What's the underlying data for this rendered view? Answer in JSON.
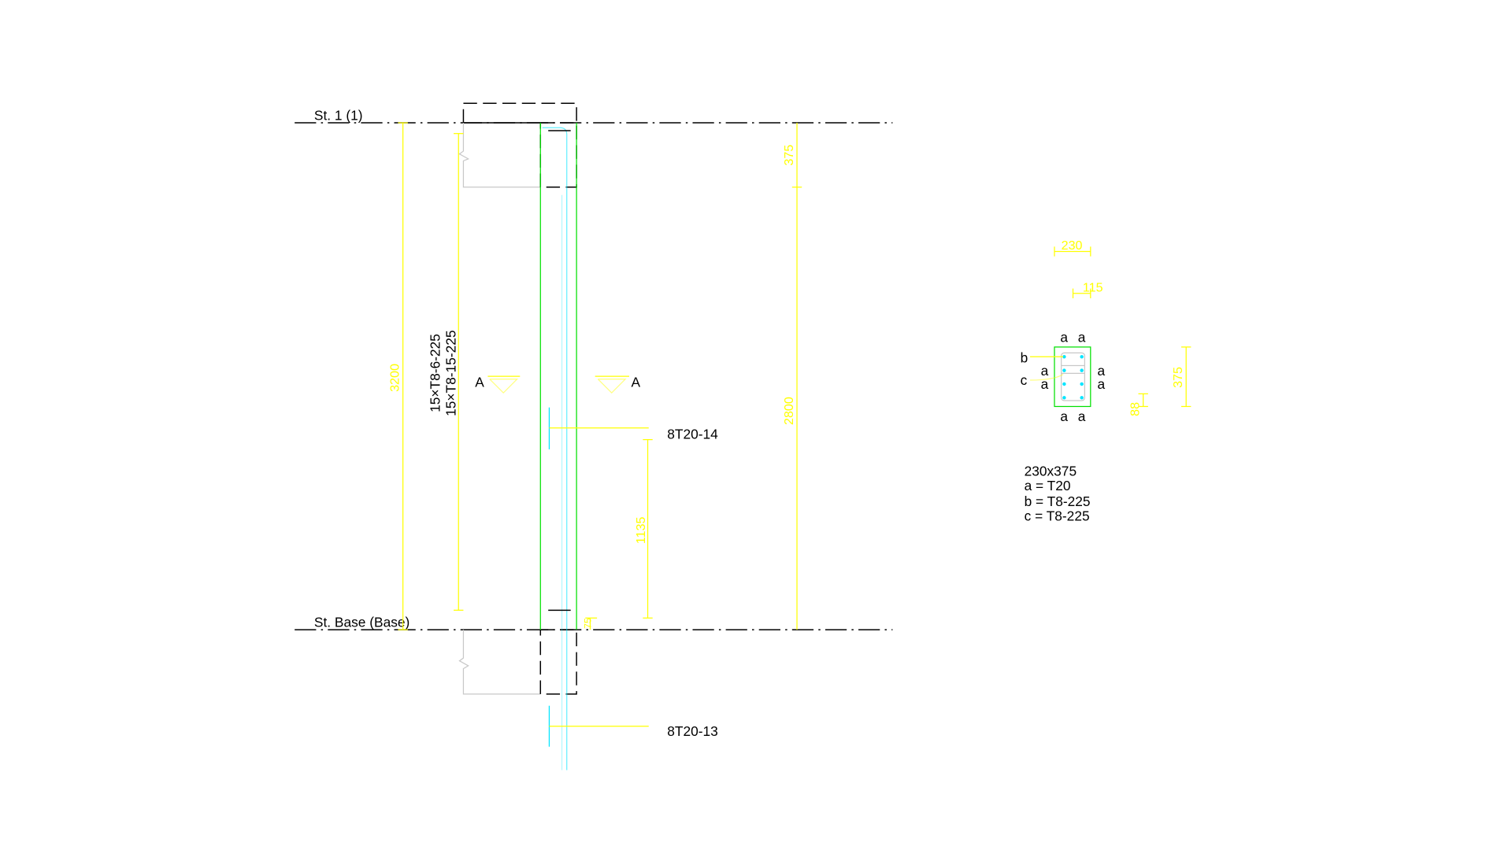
{
  "levels": {
    "top": "St. 1 (1)",
    "base": "St. Base (Base)"
  },
  "dimensions": {
    "total_height": "3200",
    "top_zone": "375",
    "clear_height": "2800",
    "lap_length": "1135",
    "cover": "75"
  },
  "links": {
    "line1": "15×T8-6-225",
    "line2": "15×T8-15-225"
  },
  "section_marks": {
    "left": "A",
    "right": "A"
  },
  "bars": {
    "upper": "8T20-14",
    "lower": "8T20-13"
  },
  "section": {
    "width_dim": "230",
    "half_width_dim": "115",
    "depth_dim": "375",
    "spacing_dim": "88",
    "bar_label": "a",
    "link_b": "b",
    "link_c": "c",
    "legend": [
      "230x375",
      "a = T20",
      "b = T8-225",
      "c = T8-225"
    ]
  },
  "colors": {
    "dimension": "#ffff00",
    "concrete": "#00e000",
    "rebar": "#00e5ff"
  }
}
